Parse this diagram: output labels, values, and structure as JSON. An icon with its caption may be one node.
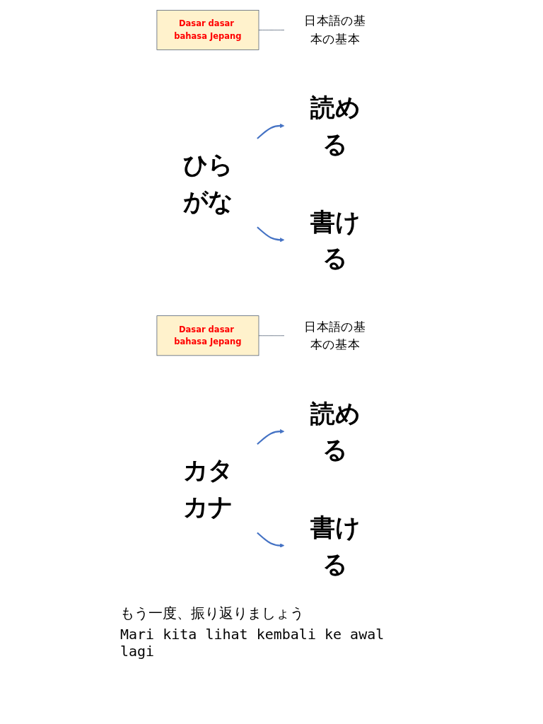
{
  "diagram": {
    "nodes": [
      {
        "text": [
          "日本語の基本の基本"
        ]
      },
      {
        "text": [
          "Dasar dasar bahasa Jepang"
        ]
      },
      {
        "text": [
          "ひらがな"
        ]
      },
      {
        "text": [
          "読める"
        ]
      },
      {
        "text": [
          "書ける"
        ]
      },
      {
        "text": [
          "日本語の基本の基本"
        ]
      },
      {
        "text": [
          "Dasar dasar bahasa Jepang"
        ]
      },
      {
        "text": [
          "カタカナ"
        ]
      },
      {
        "text": [
          "読める"
        ]
      },
      {
        "text": [
          "書ける"
        ]
      }
    ],
    "edges": [
      {
        "from": 1,
        "to": 0,
        "arrow": "none",
        "color": "#44546a"
      },
      {
        "from": 2,
        "to": 3,
        "arrow": "to"
      },
      {
        "from": 2,
        "to": 4,
        "arrow": "to"
      },
      {
        "from": 6,
        "to": 5,
        "arrow": "none",
        "color": "#44546a"
      },
      {
        "from": 7,
        "to": 8,
        "arrow": "to"
      },
      {
        "from": 7,
        "to": 9,
        "arrow": "to"
      }
    ],
    "labels": [
      "もう一度、振り返りましょう",
      "Mari kita lihat kembali ke awal lagi"
    ]
  }
}
